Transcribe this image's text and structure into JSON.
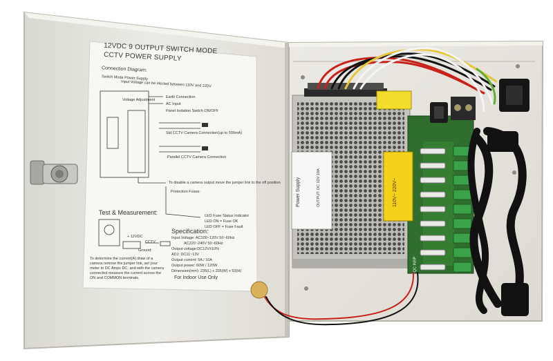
{
  "manual": {
    "title_line1": "12VDC 9 OUTPUT SWITCH MODE",
    "title_line2": "CCTV POWER SUPPLY",
    "connection_diagram": "Connection Diagram:",
    "smps_label": "Switch Mode Power Supply",
    "input_voltage_note": "Input Voltage can be elected between 110V and 220V",
    "earth_connection": "Earth Connection",
    "ac_input": "AC Input",
    "panel_switch": "Panel Isolation Switch ON/OFF",
    "voltage_adjustment": "Voltage Adjustment",
    "std_connection": "Std CCTV Camera Connection(up to 500mA)",
    "parallel_connection": "Parallel CCTV Camera Connection",
    "remove_jumper": "To disable a camera output move the jumper link to the off position",
    "protection_fuses": "Protection Fuses:",
    "led_fuse_status": "LED Fuse Status Indicator",
    "led_on": "LED ON = Fuse OK",
    "led_off": "LED OFF = Fuse Fault",
    "test_measurement": "Test & Measurement:",
    "specification": "Specification:",
    "spec_input": "Input Voltage: AC100~120V 50~60Hz",
    "spec_input2": "AC220~240V 50~60Hz",
    "spec_output": "Output voltage:DC12V±10%",
    "spec_adj": "ADJ: DC11~13V",
    "spec_current": "Output current: 5A / 10A",
    "spec_power": "Output power: 60W / 120W",
    "spec_dimension": "Dimension(mm): 235(L) x 205(W) x 53(H)",
    "indoor_use": "For Indoor Use Only",
    "measure_note": "To determine the current(A) draw of a camera remove the jumper link, set your meter to DC Amps DC, and with the camera connected measure the current across the ON and COMMON terminals.",
    "cctv_label": "CCTV",
    "ground_label": "Ground",
    "plus12": "+ 12VDC"
  },
  "psu": {
    "label_power_supply": "Power Supply",
    "label_output": "OUTPUT: DC 12V 10A",
    "label_qc": "QC INSP",
    "warning_label": "110V~ 220V~"
  },
  "colors": {
    "box_metal": "#e7e6df",
    "box_shadow": "#c9c7be",
    "pcb_green": "#2f6e2c",
    "terminal_green": "#3aa34a",
    "wire_red": "#c8201a",
    "wire_yellow": "#e6c63a",
    "cable_black": "#111111",
    "label_yellow": "#f2d21a"
  }
}
